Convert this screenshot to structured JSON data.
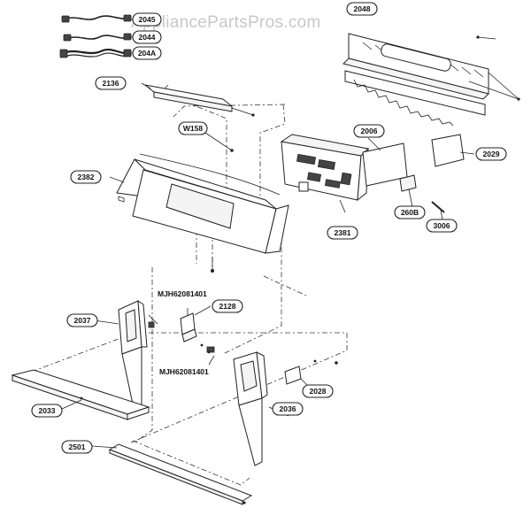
{
  "watermark": "AppliancePartsPros.com",
  "callouts": [
    {
      "id": "c-2045",
      "text": "2045"
    },
    {
      "id": "c-2044",
      "text": "2044"
    },
    {
      "id": "c-204A",
      "text": "204A"
    },
    {
      "id": "c-2048",
      "text": "2048"
    },
    {
      "id": "c-2136",
      "text": "2136"
    },
    {
      "id": "c-W158",
      "text": "W158"
    },
    {
      "id": "c-2006",
      "text": "2006"
    },
    {
      "id": "c-2029",
      "text": "2029"
    },
    {
      "id": "c-2382",
      "text": "2382"
    },
    {
      "id": "c-260B",
      "text": "260B"
    },
    {
      "id": "c-3006",
      "text": "3006"
    },
    {
      "id": "c-2381",
      "text": "2381"
    },
    {
      "id": "c-2037",
      "text": "2037"
    },
    {
      "id": "c-2128",
      "text": "2128"
    },
    {
      "id": "c-2028",
      "text": "2028"
    },
    {
      "id": "c-2033",
      "text": "2033"
    },
    {
      "id": "c-2036",
      "text": "2036"
    },
    {
      "id": "c-2501",
      "text": "2501"
    }
  ],
  "free_labels": [
    {
      "id": "mjh-1",
      "text": "MJH62081401"
    },
    {
      "id": "mjh-2",
      "text": "MJH62081401"
    }
  ]
}
